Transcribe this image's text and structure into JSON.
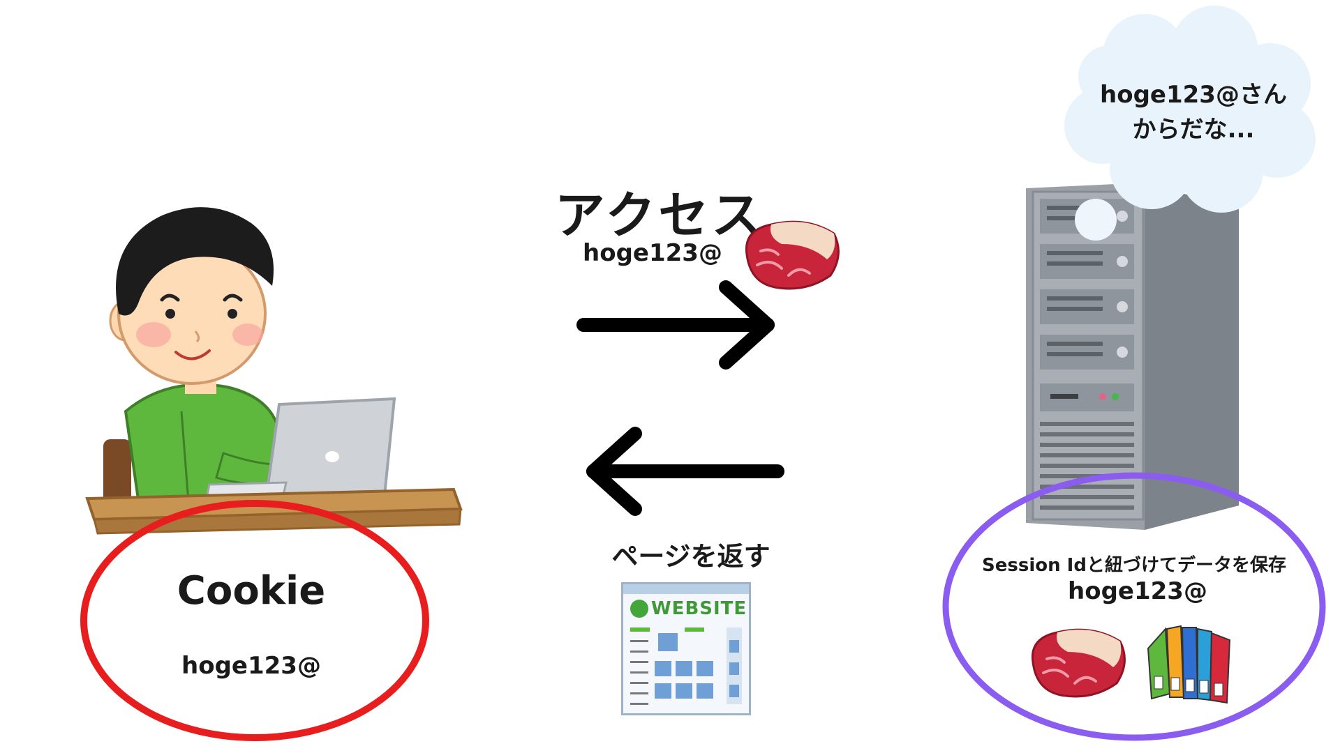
{
  "diagram": {
    "request": {
      "label": "アクセス",
      "cookie_value": "hoge123@"
    },
    "response": {
      "label": "ページを返す",
      "website_logo_text": "WEBSITE"
    },
    "client_storage": {
      "title": "Cookie",
      "value": "hoge123@",
      "ring_color": "#e81d1d"
    },
    "server_storage": {
      "caption": "Session Idと紐づけてデータを保存",
      "value": "hoge123@",
      "ring_color": "#8b5cf0"
    },
    "server_thought": {
      "line1": "hoge123@さん",
      "line2": "からだな..."
    }
  }
}
